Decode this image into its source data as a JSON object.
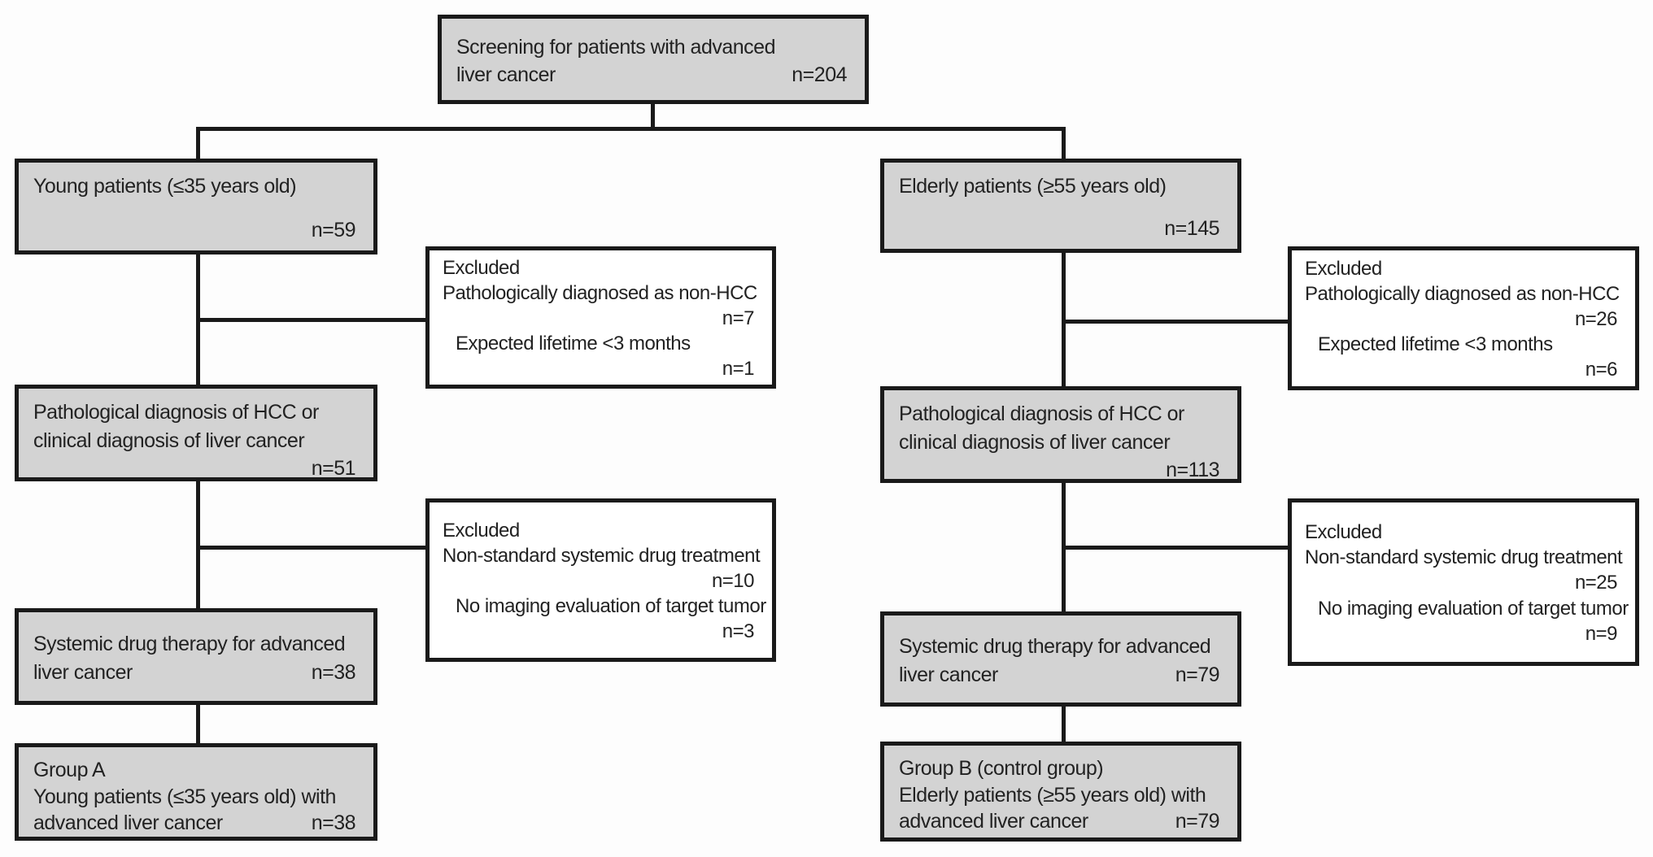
{
  "nodes": {
    "screening": {
      "line1": "Screening for patients with advanced",
      "line2": "liver cancer",
      "n": "n=204"
    },
    "young": {
      "line1": "Young patients (≤35 years old)",
      "n": "n=59"
    },
    "elderly": {
      "line1": "Elderly patients (≥55 years old)",
      "n": "n=145"
    },
    "excluded_young_1": {
      "title": "Excluded",
      "reason1": "Pathologically diagnosed as non-HCC",
      "n1": "n=7",
      "reason2": "Expected lifetime <3 months",
      "n2": "n=1"
    },
    "excluded_elderly_1": {
      "title": "Excluded",
      "reason1": "Pathologically diagnosed as non-HCC",
      "n1": "n=26",
      "reason2": "Expected lifetime <3 months",
      "n2": "n=6"
    },
    "pathological_young": {
      "line1": "Pathological diagnosis of HCC or",
      "line2": "clinical diagnosis of liver cancer",
      "n": "n=51"
    },
    "pathological_elderly": {
      "line1": "Pathological diagnosis of HCC or",
      "line2": "clinical diagnosis of liver cancer",
      "n": "n=113"
    },
    "excluded_young_2": {
      "title": "Excluded",
      "reason1": "Non-standard systemic drug treatment",
      "n1": "n=10",
      "reason2": "No imaging evaluation of target tumor",
      "n2": "n=3"
    },
    "excluded_elderly_2": {
      "title": "Excluded",
      "reason1": "Non-standard systemic drug treatment",
      "n1": "n=25",
      "reason2": "No imaging evaluation of target tumor",
      "n2": "n=9"
    },
    "systemic_young": {
      "line1": "Systemic drug therapy for advanced",
      "line2": "liver cancer",
      "n": "n=38"
    },
    "systemic_elderly": {
      "line1": "Systemic drug therapy for advanced",
      "line2": "liver cancer",
      "n": "n=79"
    },
    "group_a": {
      "line1": "Group A",
      "line2": "Young patients (≤35 years old) with",
      "line3": "advanced liver cancer",
      "n": "n=38"
    },
    "group_b": {
      "line1": "Group B (control group)",
      "line2": "Elderly patients (≥55 years old) with",
      "line3": "advanced liver cancer",
      "n": "n=79"
    }
  },
  "colors": {
    "box_fill": "#d3d3d3",
    "excluded_fill": "#ffffff",
    "box_border": "#1a1a1a",
    "connector": "#1a1a1a",
    "text": "#222222",
    "background": "#fdfdfd"
  }
}
